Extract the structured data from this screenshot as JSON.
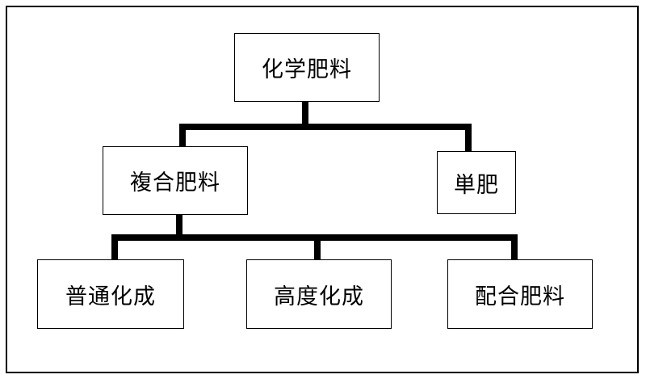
{
  "diagram": {
    "root": {
      "label": "化学肥料"
    },
    "level1": [
      {
        "label": "複合肥料"
      },
      {
        "label": "単肥"
      }
    ],
    "level2": [
      {
        "label": "普通化成"
      },
      {
        "label": "高度化成"
      },
      {
        "label": "配合肥料"
      }
    ],
    "colors": {
      "line": "#000000",
      "box_border": "#000000",
      "background": "#ffffff",
      "text": "#000000"
    }
  }
}
